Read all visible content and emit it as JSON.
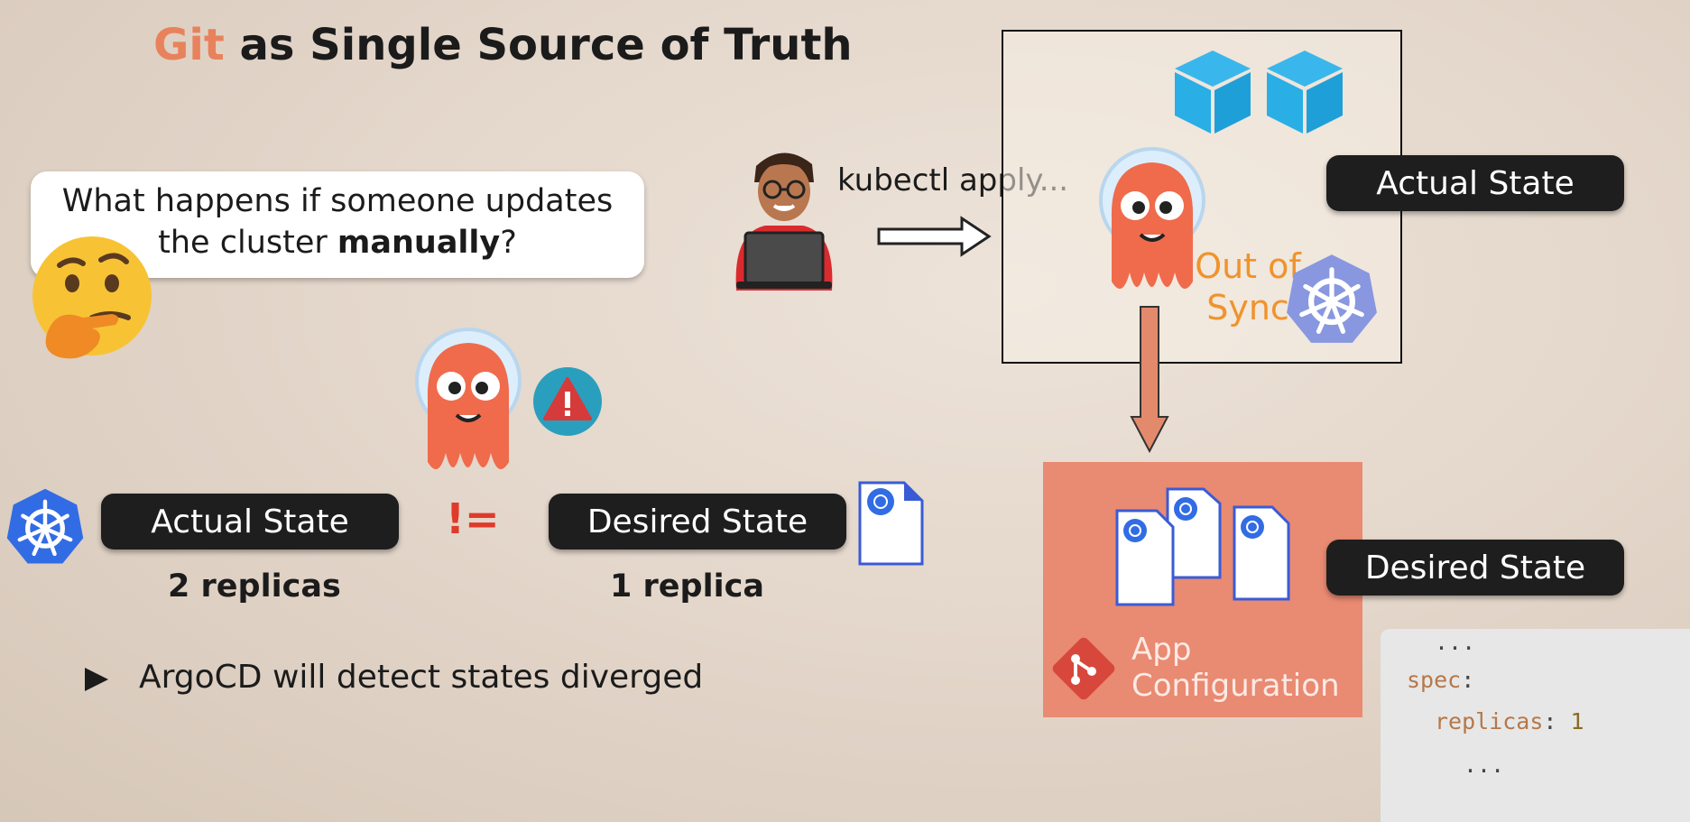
{
  "title": {
    "prefix": "Git",
    "rest": " as Single Source of Truth"
  },
  "question": {
    "line1": "What happens if someone updates",
    "line2_pre": "the cluster ",
    "line2_bold": "manually",
    "line2_post": "?"
  },
  "command": "kubectl apply...",
  "actual_state_label": "Actual State",
  "desired_state_label": "Desired State",
  "operator": "!=",
  "actual_replicas": "2 replicas",
  "desired_replicas": "1 replica",
  "bullet": "ArgoCD will detect states diverged",
  "sync_status": {
    "line1": "Out of",
    "line2": "Sync"
  },
  "repo_label": {
    "line1": "App",
    "line2": "Configuration"
  },
  "code": {
    "ellipsis_top": "...",
    "key_spec": "spec",
    "key_replicas": "replicas",
    "value_replicas": "1",
    "ellipsis_bottom": "..."
  },
  "colors": {
    "argo_orange": "#ef6b4c",
    "k8s_blue": "#326ce5",
    "git_red": "#e04e39",
    "docker_blue": "#29aee6",
    "sync_orange": "#f0932b"
  },
  "icons": [
    "thinking-face-icon",
    "argo-octopus-icon",
    "warning-icon",
    "kubernetes-icon",
    "manifest-file-icon",
    "developer-laptop-icon",
    "arrow-right-icon",
    "container-box-icon",
    "arrow-down-icon",
    "git-logo-icon",
    "bullet-triangle-icon"
  ]
}
